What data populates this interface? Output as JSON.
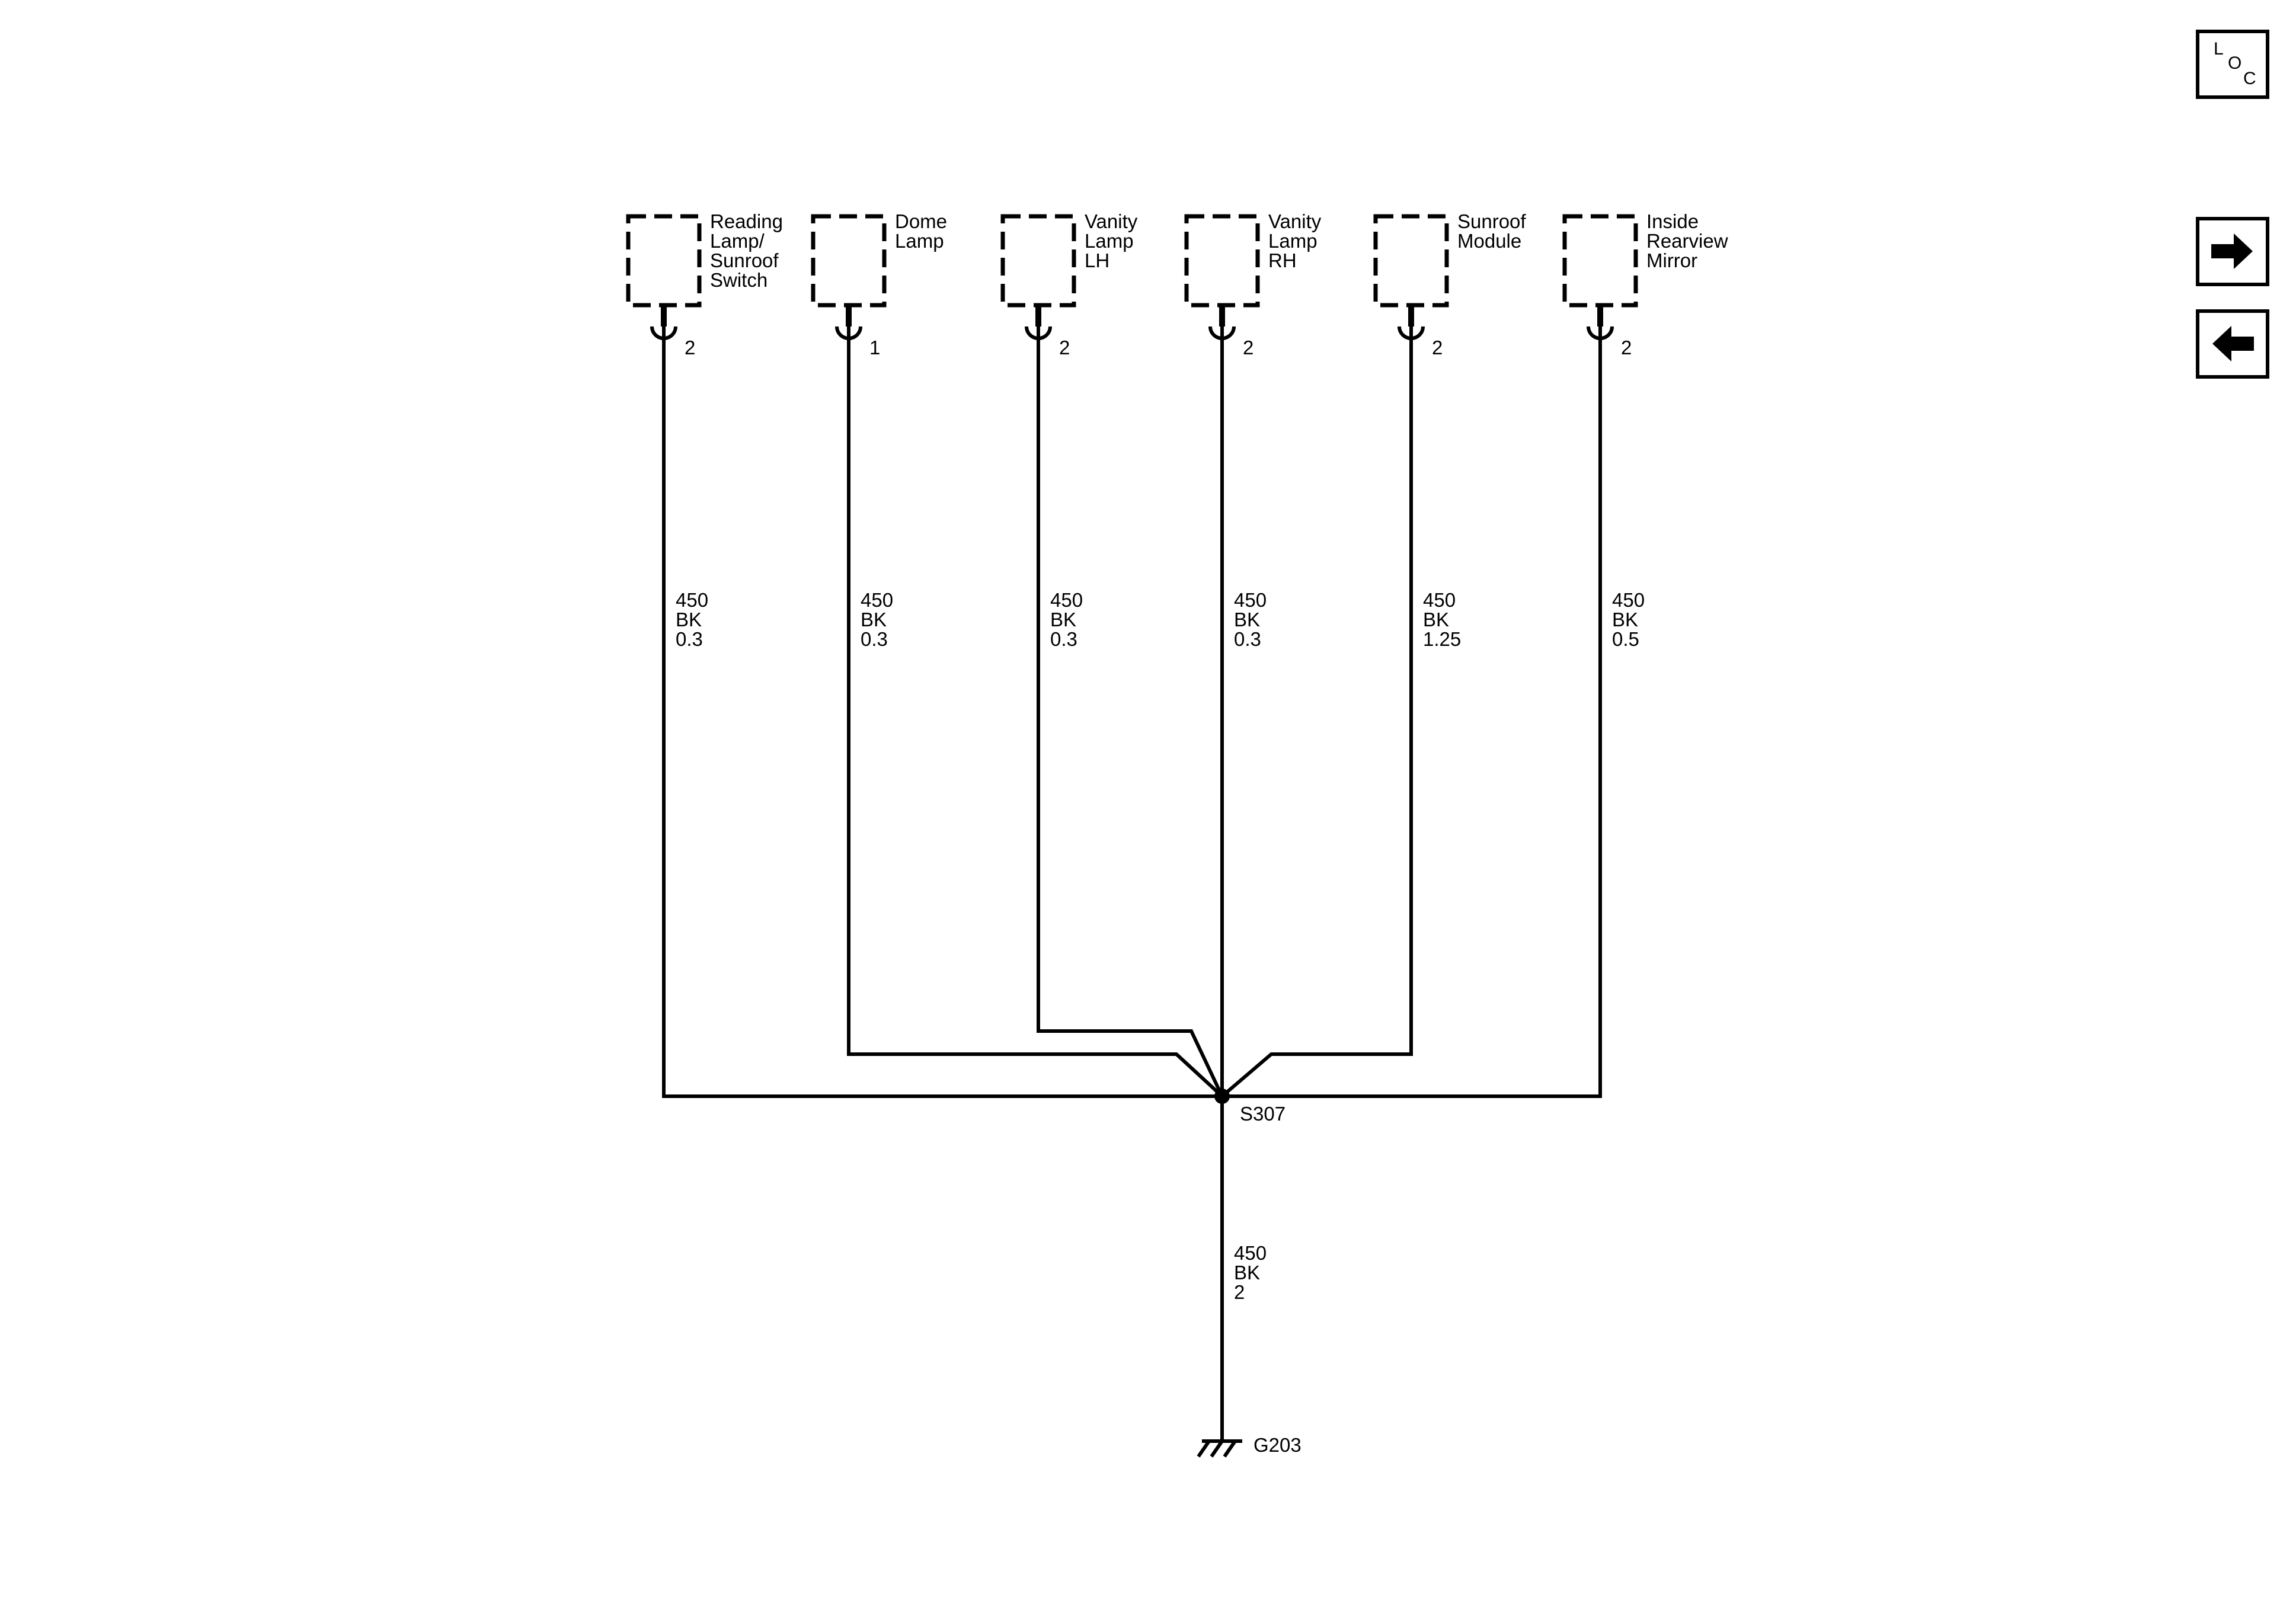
{
  "nav": {
    "loc_letters": [
      "L",
      "O",
      "C"
    ],
    "next_icon": "arrow-right-icon",
    "prev_icon": "arrow-left-icon"
  },
  "components": [
    {
      "lines": [
        "Reading",
        "Lamp/",
        "Sunroof",
        "Switch"
      ],
      "pin": "2",
      "wire": [
        "450",
        "BK",
        "0.3"
      ]
    },
    {
      "lines": [
        "Dome",
        "Lamp"
      ],
      "pin": "1",
      "wire": [
        "450",
        "BK",
        "0.3"
      ]
    },
    {
      "lines": [
        "Vanity",
        "Lamp",
        "LH"
      ],
      "pin": "2",
      "wire": [
        "450",
        "BK",
        "0.3"
      ]
    },
    {
      "lines": [
        "Vanity",
        "Lamp",
        "RH"
      ],
      "pin": "2",
      "wire": [
        "450",
        "BK",
        "0.3"
      ]
    },
    {
      "lines": [
        "Sunroof",
        "Module"
      ],
      "pin": "2",
      "wire": [
        "450",
        "BK",
        "1.25"
      ]
    },
    {
      "lines": [
        "Inside",
        "Rearview",
        "Mirror"
      ],
      "pin": "2",
      "wire": [
        "450",
        "BK",
        "0.5"
      ]
    }
  ],
  "splice": {
    "label": "S307"
  },
  "ground_wire": [
    "450",
    "BK",
    "2"
  ],
  "ground": {
    "label": "G203"
  }
}
